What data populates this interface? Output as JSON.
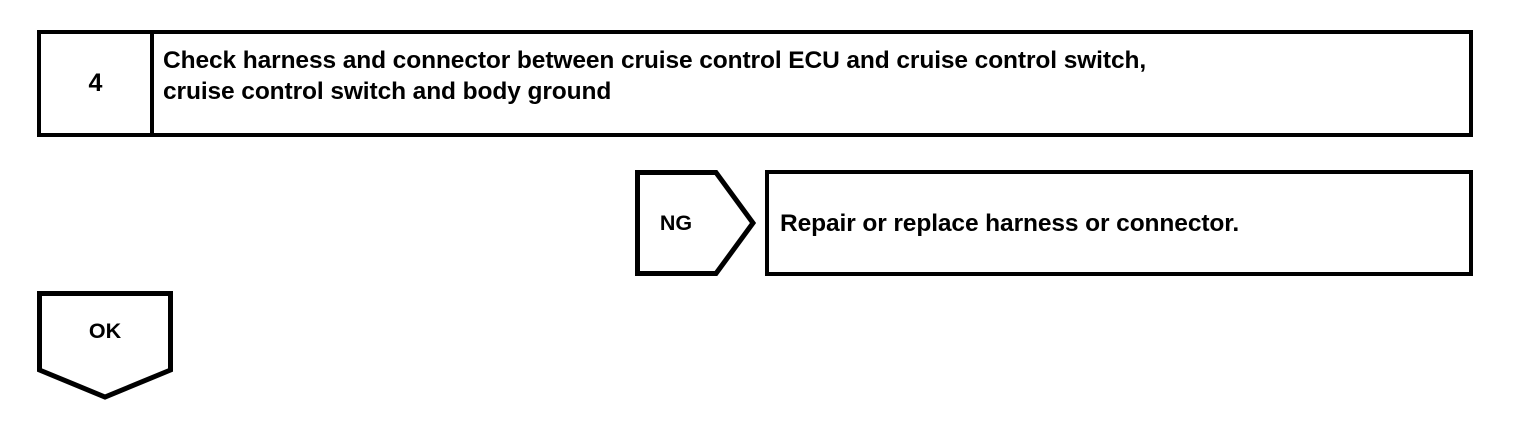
{
  "step": {
    "number": "4",
    "instruction_lines": [
      "Check harness and connector between cruise control ECU and cruise control switch,",
      "cruise control switch and body ground"
    ]
  },
  "branches": {
    "ng": {
      "label": "NG",
      "result": "Repair or replace harness or connector."
    },
    "ok": {
      "label": "OK"
    }
  },
  "colors": {
    "line": "#000000",
    "background": "#ffffff",
    "text": "#000000"
  }
}
